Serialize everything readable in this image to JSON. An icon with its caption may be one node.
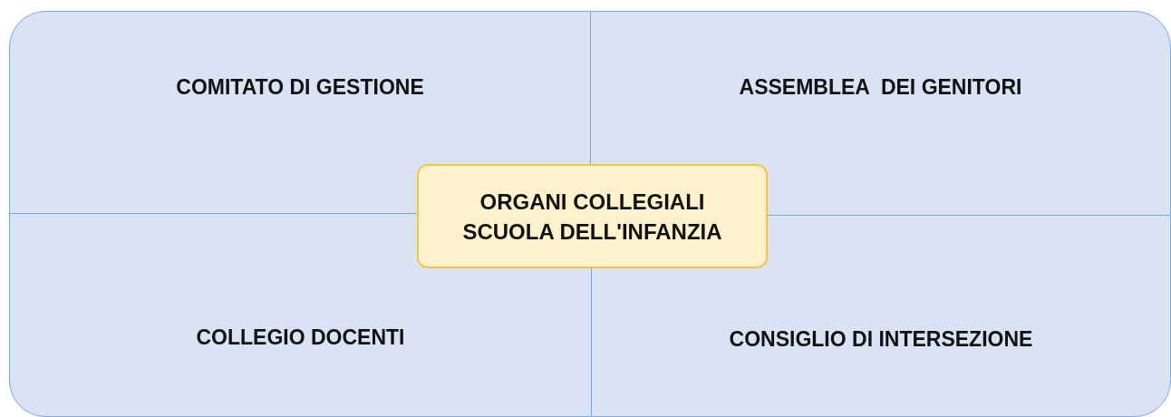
{
  "diagram": {
    "nodes": [
      {
        "text": [
          "COMITATO DI GESTIONE"
        ]
      },
      {
        "text": [
          "ASSEMBLEA  DEI GENITORI"
        ]
      },
      {
        "text": [
          "ORGANI COLLEGIALI SCUOLA DELL'INFANZIA"
        ]
      },
      {
        "text": [
          "COLLEGIO DOCENTI"
        ]
      },
      {
        "text": [
          "CONSIGLIO DI INTERSEZIONE"
        ]
      }
    ]
  }
}
